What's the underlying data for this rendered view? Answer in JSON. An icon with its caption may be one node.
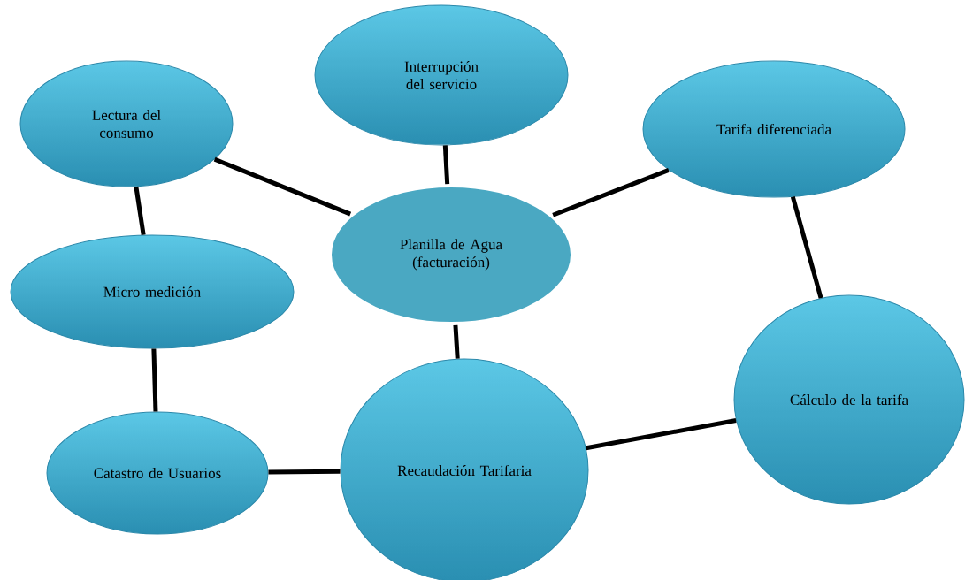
{
  "diagram": {
    "nodes": [
      {
        "text": [
          "Lectura del consumo"
        ]
      },
      {
        "text": [
          "Interrupción del servicio"
        ]
      },
      {
        "text": [
          "Tarifa diferenciada"
        ]
      },
      {
        "text": [
          "Planilla de Agua (facturación)"
        ]
      },
      {
        "text": [
          "Micro medición"
        ]
      },
      {
        "text": [
          "Cálculo de la tarifa"
        ]
      },
      {
        "text": [
          "Catastro de Usuarios"
        ]
      },
      {
        "text": [
          "Recaudación Tarifaria"
        ]
      }
    ],
    "edges": [
      {
        "from": 0,
        "to": 3,
        "arrow": "none"
      },
      {
        "from": 1,
        "to": 3,
        "arrow": "none"
      },
      {
        "from": 2,
        "to": 3,
        "arrow": "none"
      },
      {
        "from": 0,
        "to": 4,
        "arrow": "none"
      },
      {
        "from": 2,
        "to": 5,
        "arrow": "none"
      },
      {
        "from": 3,
        "to": 7,
        "arrow": "none"
      },
      {
        "from": 4,
        "to": 6,
        "arrow": "none"
      },
      {
        "from": 6,
        "to": 7,
        "arrow": "none"
      },
      {
        "from": 7,
        "to": 5,
        "arrow": "none"
      }
    ]
  }
}
